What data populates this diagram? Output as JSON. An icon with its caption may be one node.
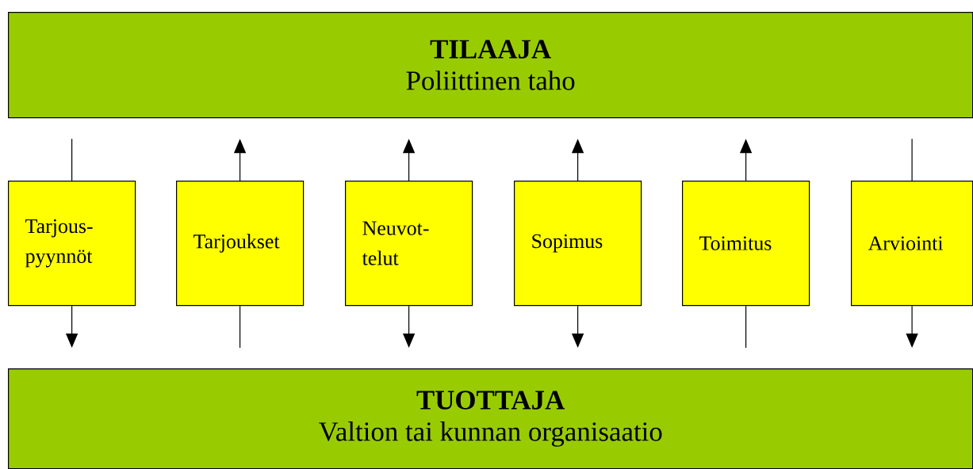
{
  "diagram": {
    "nodes": [
      {
        "text": [
          "TILAAJA",
          "Poliittinen taho"
        ]
      },
      {
        "text": [
          "Tarjous- pyynnöt"
        ]
      },
      {
        "text": [
          "Tarjoukset"
        ]
      },
      {
        "text": [
          "Neuvot- telut"
        ]
      },
      {
        "text": [
          "Sopimus"
        ]
      },
      {
        "text": [
          "Toimitus"
        ]
      },
      {
        "text": [
          "Arviointi"
        ]
      },
      {
        "text": [
          "TUOTTAJA",
          "Valtion tai kunnan organisaatio"
        ]
      }
    ],
    "edges": [
      {
        "from": 0,
        "to": 1,
        "arrow": "none"
      },
      {
        "from": 1,
        "to": 7,
        "arrow": "to"
      },
      {
        "from": 2,
        "to": 0,
        "arrow": "to"
      },
      {
        "from": 7,
        "to": 2,
        "arrow": "none"
      },
      {
        "from": 3,
        "to": 0,
        "arrow": "to"
      },
      {
        "from": 3,
        "to": 7,
        "arrow": "to"
      },
      {
        "from": 4,
        "to": 0,
        "arrow": "to"
      },
      {
        "from": 4,
        "to": 7,
        "arrow": "to"
      },
      {
        "from": 5,
        "to": 0,
        "arrow": "to"
      },
      {
        "from": 7,
        "to": 5,
        "arrow": "none"
      },
      {
        "from": 0,
        "to": 6,
        "arrow": "none"
      },
      {
        "from": 6,
        "to": 7,
        "arrow": "to"
      }
    ]
  }
}
